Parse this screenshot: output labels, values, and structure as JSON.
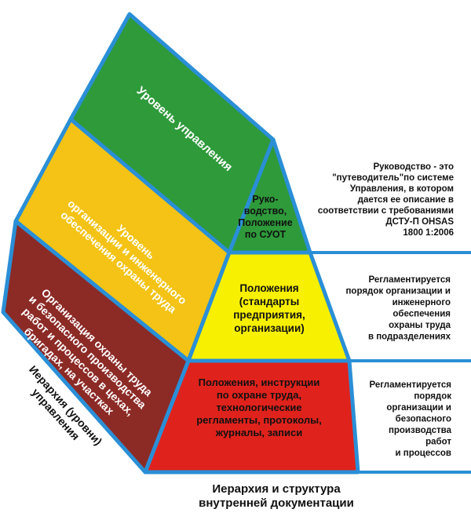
{
  "colors": {
    "green": "#2e9a3a",
    "orange": "#f4c316",
    "darkred": "#8c2a26",
    "yellow": "#f7f000",
    "red": "#e0221c",
    "blue": "#2a8fd6"
  },
  "left_face": {
    "level1": [
      "Уровень управления"
    ],
    "level2": [
      "Уровень",
      "организации и инженерного",
      "обеспечения охраны труда"
    ],
    "level3": [
      "Организация охраны труда",
      "и безопасного производства",
      "работ и процессов в цехах,",
      "бригадах, на участках"
    ]
  },
  "pyramid": {
    "top": [
      "Руко-",
      "водство,",
      "Положение",
      "по СУОТ"
    ],
    "middle": [
      "Положения",
      "(стандарты",
      "предприятия,",
      "организации)"
    ],
    "bottom": [
      "Положения, инструкции",
      "по охране труда,",
      "технологические",
      "регламенты, протоколы,",
      "журналы, записи"
    ]
  },
  "descriptions": {
    "top": [
      "Руководство - это",
      "\"путеводитель\"по системе",
      "Управления, в котором",
      "дается ее описание в",
      "соответствии с требованиями",
      "ДСТУ-П OHSAS",
      "1800 1:2006"
    ],
    "middle": [
      "Регламентируется",
      "порядок организации и",
      "инженерного",
      "обеспечения",
      "охраны труда",
      "в подразделениях"
    ],
    "bottom": [
      "Регламентируется",
      "порядок",
      "организации и",
      "безопасного",
      "производства",
      "работ",
      "и процессов"
    ]
  },
  "axis_left": [
    "Иерархия (уровни)",
    "управления"
  ],
  "axis_bottom": [
    "Иерархия и структура",
    "внутренней документации"
  ]
}
